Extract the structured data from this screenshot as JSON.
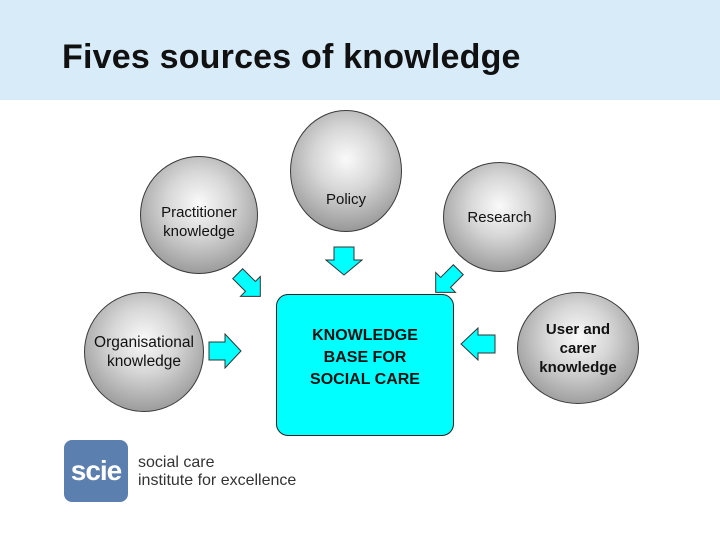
{
  "slide": {
    "title": "Fives sources of knowledge"
  },
  "diagram": {
    "center_label": "KNOWLEDGE\nBASE FOR\nSOCIAL CARE",
    "sources": {
      "practitioner": "Practitioner\nknowledge",
      "policy": "Policy",
      "research": "Research",
      "organisational": "Organisational\nknowledge",
      "user_carer": "User and\ncarer\nknowledge"
    }
  },
  "logo": {
    "mark": "scie",
    "line1": "social care",
    "line2": "institute for excellence"
  },
  "colors": {
    "header_bg": "#d8ebf9",
    "center_fill": "#00ffff",
    "arrow_fill": "#00ffff",
    "logo_blue": "#5b7fae"
  }
}
